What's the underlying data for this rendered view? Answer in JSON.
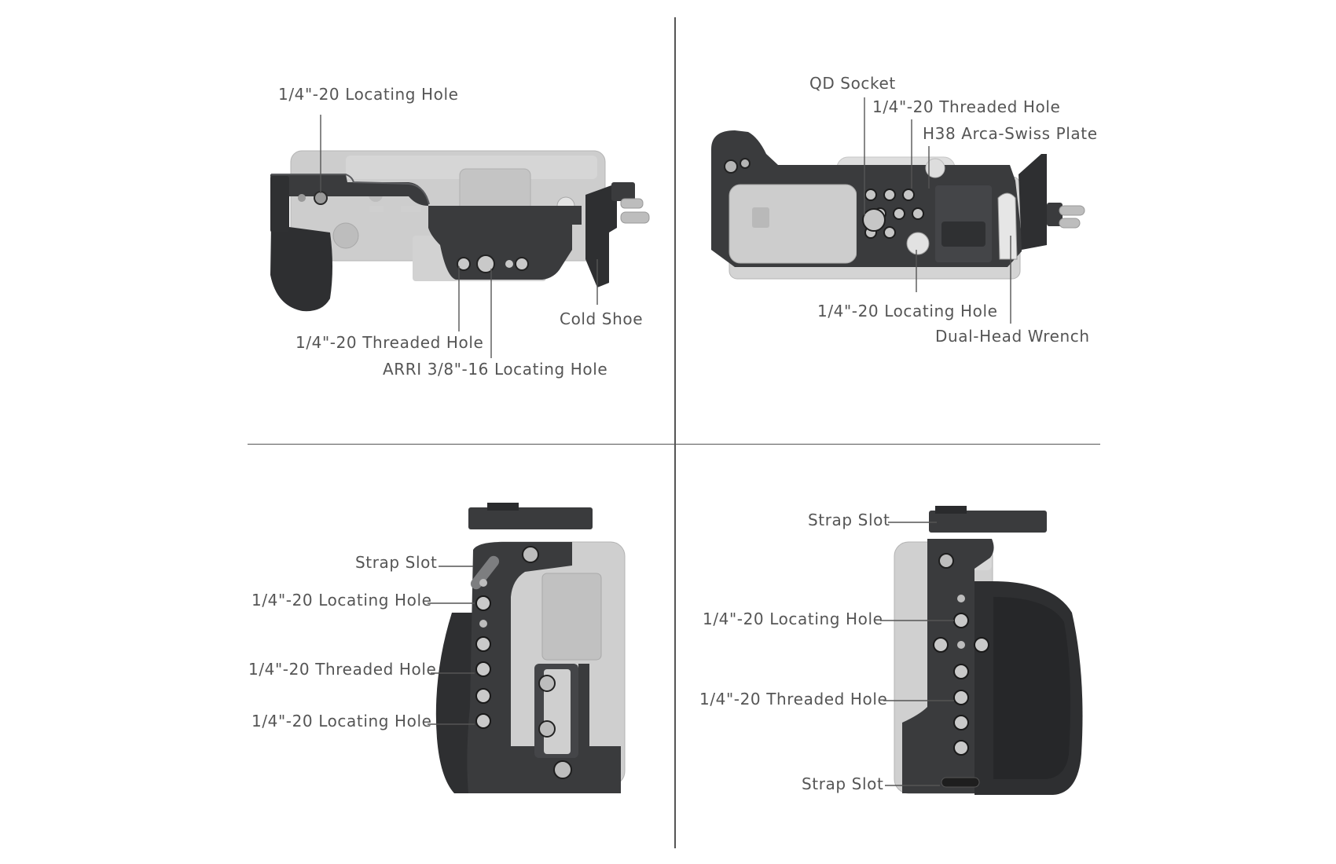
{
  "colors": {
    "cage_dark": "#3a3b3d",
    "cage_light": "#5a5b5e",
    "camera": "#c9c9c9",
    "camera_edge": "#b0b0b0",
    "leader": "#555555",
    "text": "#555555"
  },
  "views": {
    "top": {
      "locating_hole": "1/4\"-20 Locating Hole",
      "threaded_hole": "1/4\"-20 Threaded Hole",
      "arri_hole": "ARRI 3/8\"-16 Locating Hole",
      "cold_shoe": "Cold Shoe"
    },
    "bottom": {
      "qd_socket": "QD Socket",
      "threaded_hole": "1/4\"-20 Threaded Hole",
      "arca_plate": "H38 Arca-Swiss Plate",
      "locating_hole": "1/4\"-20 Locating Hole",
      "wrench": "Dual-Head Wrench"
    },
    "left": {
      "strap_slot": "Strap Slot",
      "locating_hole_1": "1/4\"-20 Locating Hole",
      "threaded_hole": "1/4\"-20 Threaded Hole",
      "locating_hole_2": "1/4\"-20 Locating Hole"
    },
    "right": {
      "strap_slot_top": "Strap Slot",
      "locating_hole": "1/4\"-20 Locating Hole",
      "threaded_hole": "1/4\"-20 Threaded Hole",
      "strap_slot_bottom": "Strap Slot"
    }
  }
}
